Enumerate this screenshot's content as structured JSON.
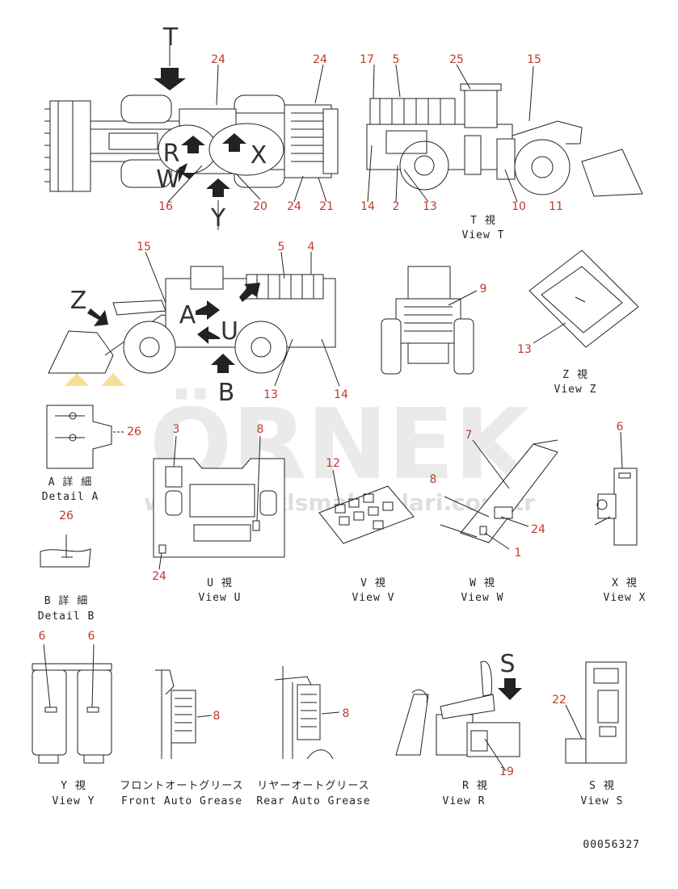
{
  "callouts": {
    "top": [
      "24",
      "24",
      "16",
      "20",
      "24",
      "21"
    ],
    "viewT": [
      "17",
      "5",
      "25",
      "15",
      "14",
      "2",
      "13",
      "10",
      "11"
    ],
    "side": [
      "15",
      "5",
      "4",
      "13",
      "14"
    ],
    "front": [
      "9"
    ],
    "viewZ": [
      "13"
    ],
    "detailA": [
      "26"
    ],
    "viewU": [
      "3",
      "8",
      "24"
    ],
    "viewV": [
      "12"
    ],
    "viewW": [
      "7",
      "8",
      "24",
      "1"
    ],
    "viewX": [
      "6"
    ],
    "detailB": [
      "26"
    ],
    "viewY": [
      "6",
      "6"
    ],
    "front_grease": [
      "8"
    ],
    "rear_grease": [
      "8"
    ],
    "viewR": [
      "19"
    ],
    "viewS": [
      "22"
    ]
  },
  "view_letters": {
    "T": "T",
    "Y": "Y",
    "R": "R",
    "X": "X",
    "W": "W",
    "Z": "Z",
    "A": "A",
    "U": "U",
    "B": "B",
    "S": "S"
  },
  "captions": {
    "viewT": [
      "T 視",
      "View T"
    ],
    "viewZ": [
      "Z 視",
      "View Z"
    ],
    "detailA": [
      "A 詳 細",
      "Detail A"
    ],
    "viewU": [
      "U 視",
      "View U"
    ],
    "viewV": [
      "V 視",
      "View V"
    ],
    "viewW": [
      "W 視",
      "View W"
    ],
    "viewX": [
      "X 視",
      "View X"
    ],
    "detailB": [
      "B 詳 細",
      "Detail B"
    ],
    "viewY": [
      "Y 視",
      "View Y"
    ],
    "front_grease": [
      "フロントオートグリース",
      "Front Auto Grease"
    ],
    "rear_grease": [
      "リヤーオートグリース",
      "Rear Auto Grease"
    ],
    "viewR": [
      "R 視",
      "View R"
    ],
    "viewS": [
      "S 視",
      "View S"
    ]
  },
  "part_number": "00056327",
  "watermark": {
    "main": "ÖRNEK",
    "sub": "www.orneklsmakinalari.com.tr"
  },
  "colors": {
    "callout": "#c0392b",
    "line": "#222222",
    "watermark": "#d9d9d9",
    "accent_yellow": "#f2c94c"
  }
}
